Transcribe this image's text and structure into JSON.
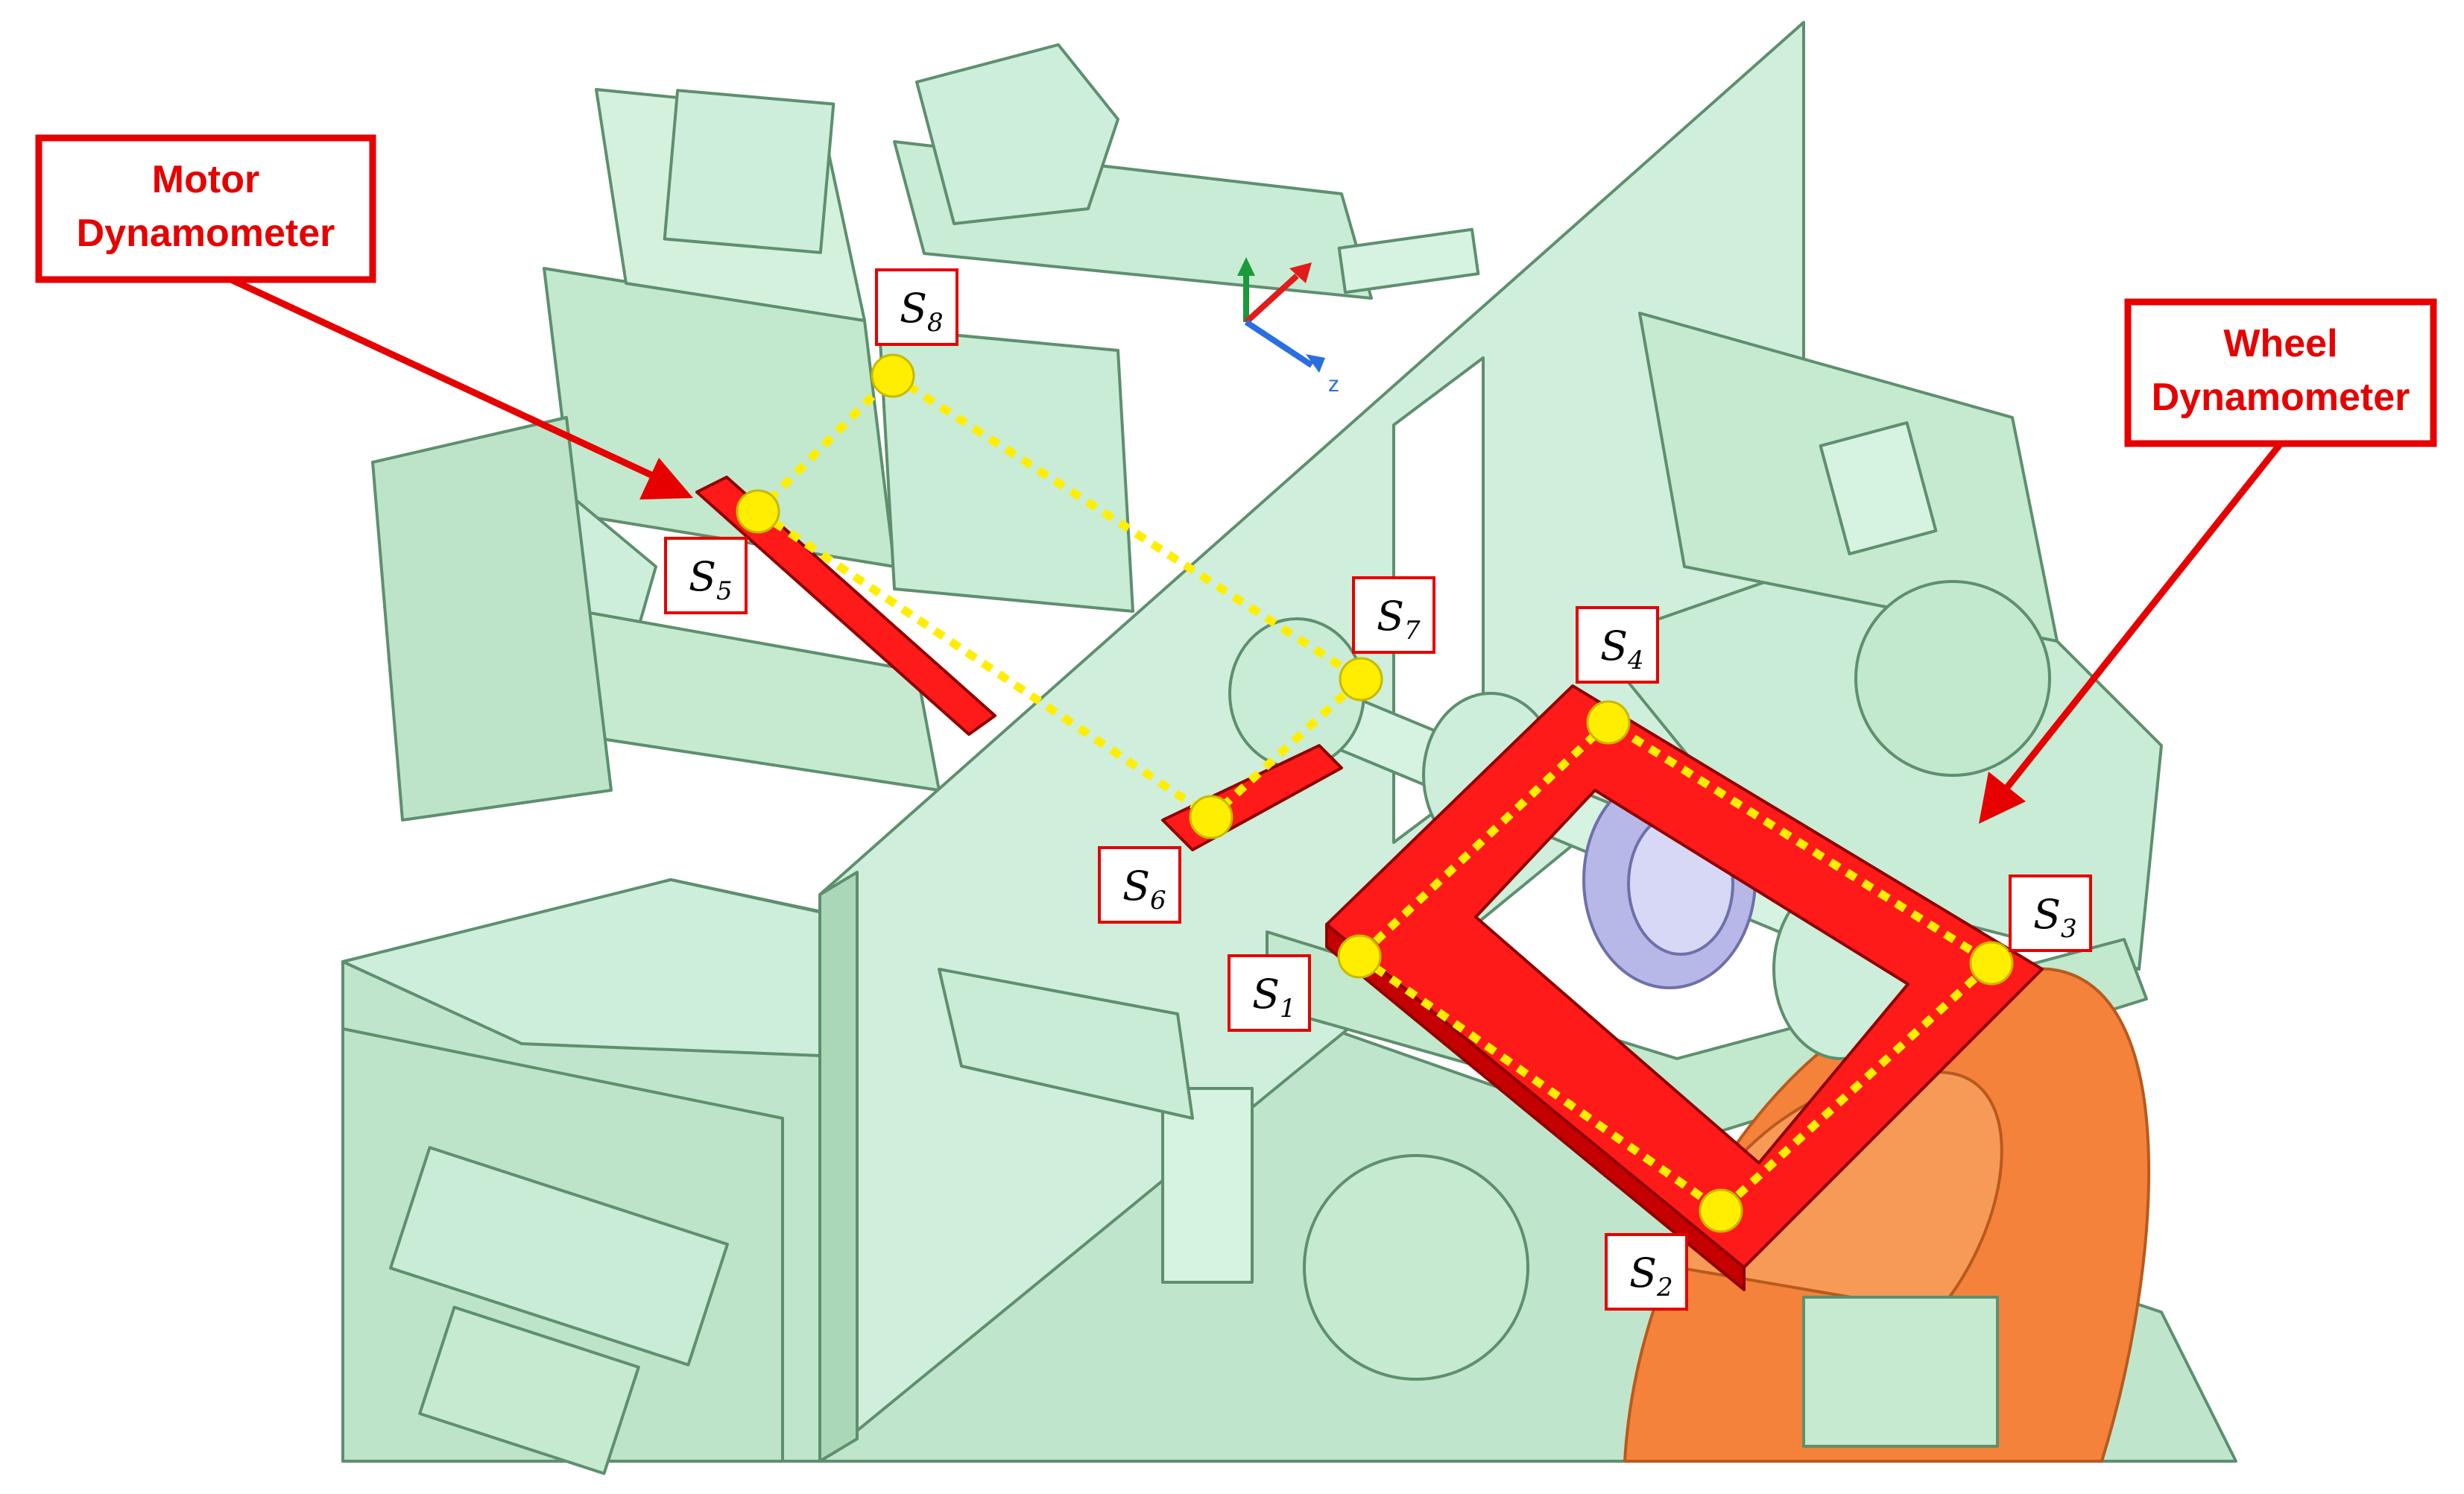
{
  "callouts": {
    "motor": {
      "line1": "Motor",
      "line2": "Dynamometer"
    },
    "wheel": {
      "line1": "Wheel",
      "line2": "Dynamometer"
    }
  },
  "sensors": [
    {
      "id": "S1",
      "letter": "S",
      "sub": "1"
    },
    {
      "id": "S2",
      "letter": "S",
      "sub": "2"
    },
    {
      "id": "S3",
      "letter": "S",
      "sub": "3"
    },
    {
      "id": "S4",
      "letter": "S",
      "sub": "4"
    },
    {
      "id": "S5",
      "letter": "S",
      "sub": "5"
    },
    {
      "id": "S6",
      "letter": "S",
      "sub": "6"
    },
    {
      "id": "S7",
      "letter": "S",
      "sub": "7"
    },
    {
      "id": "S8",
      "letter": "S",
      "sub": "8"
    }
  ],
  "triad": {
    "axis_z": "z"
  },
  "colors": {
    "machine_green": "#c8ecd6",
    "machine_edge": "#5e8f6e",
    "plate_red": "#ff1a1a",
    "sensor_yellow": "#ffee00",
    "wheel_orange": "#f4823a",
    "hub_lavender": "#b7b8e8",
    "callout_red": "#e60000"
  }
}
